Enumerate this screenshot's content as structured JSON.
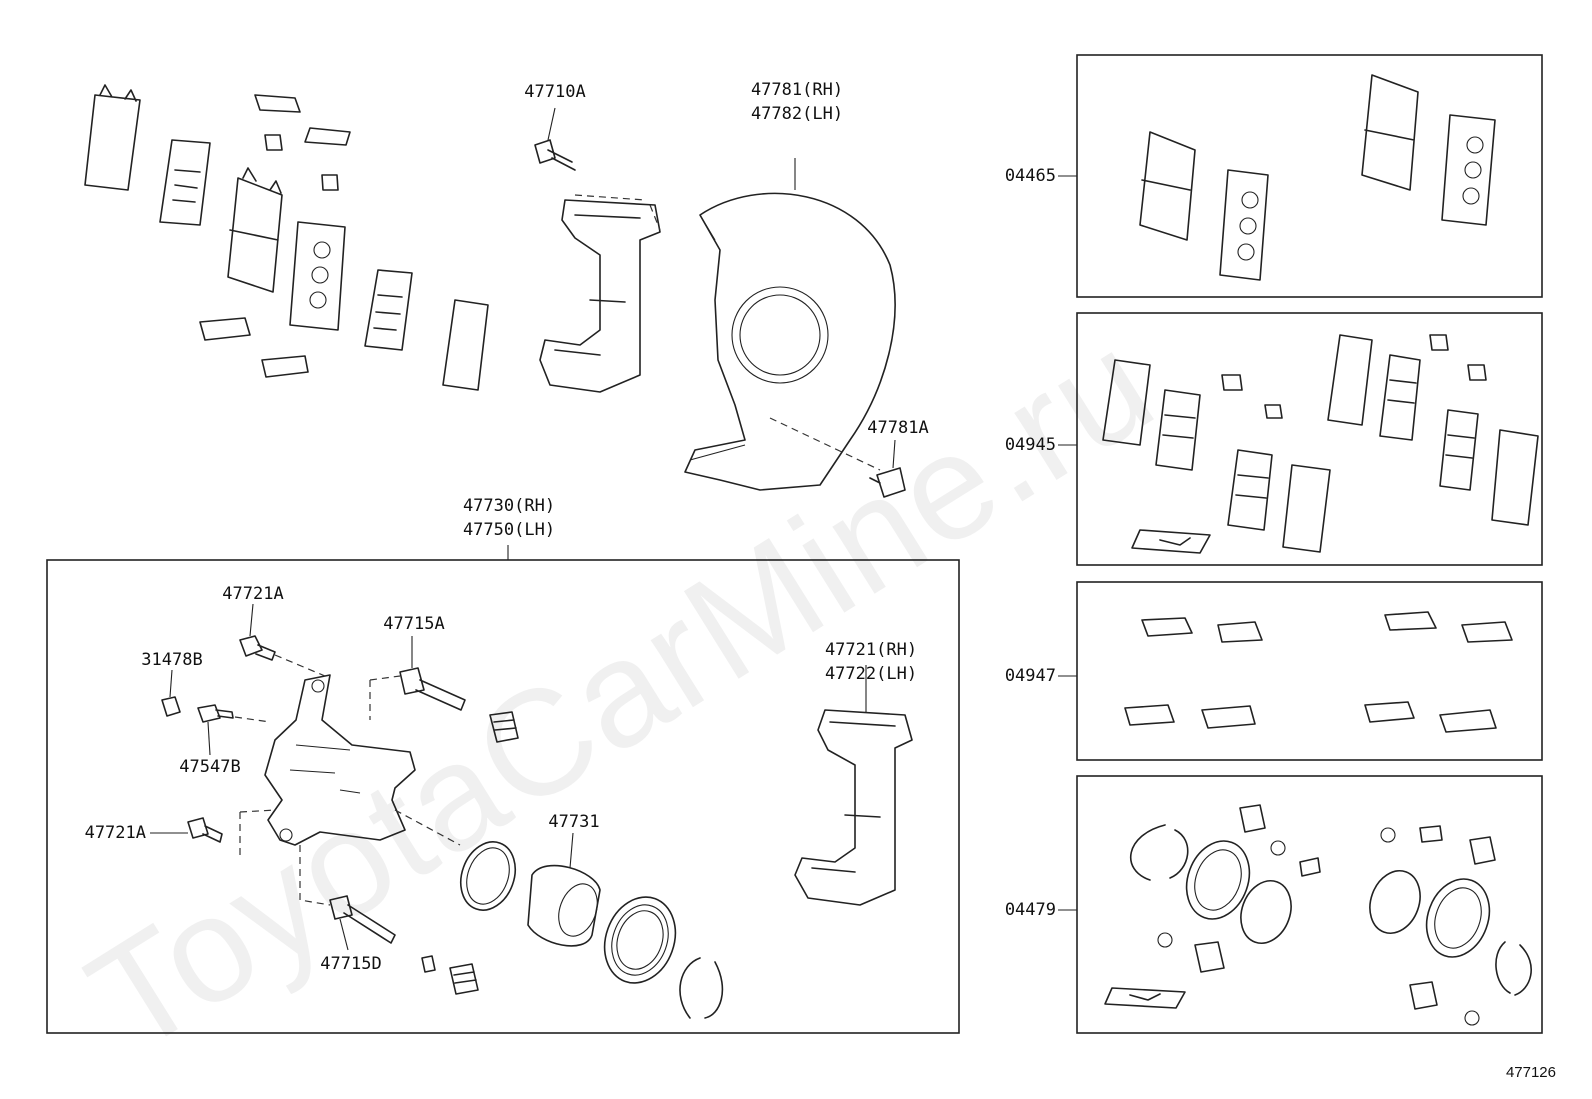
{
  "watermark": "ToyotaCarMine.ru",
  "figure_number": "477126",
  "callouts": {
    "p47710a": "47710A",
    "p47781_rh": "47781(RH)",
    "p47782_lh": "47782(LH)",
    "p47781a": "47781A",
    "p47730_rh": "47730(RH)",
    "p47750_lh": "47750(LH)",
    "p47721a_top": "47721A",
    "p47715a": "47715A",
    "p31478b": "31478B",
    "p47547b": "47547B",
    "p47721a_left": "47721A",
    "p47731": "47731",
    "p47715d": "47715D",
    "p47721_rh": "47721(RH)",
    "p47722_lh": "47722(LH)",
    "k04465": "04465",
    "k04945": "04945",
    "k04947": "04947",
    "k04479": "04479"
  }
}
